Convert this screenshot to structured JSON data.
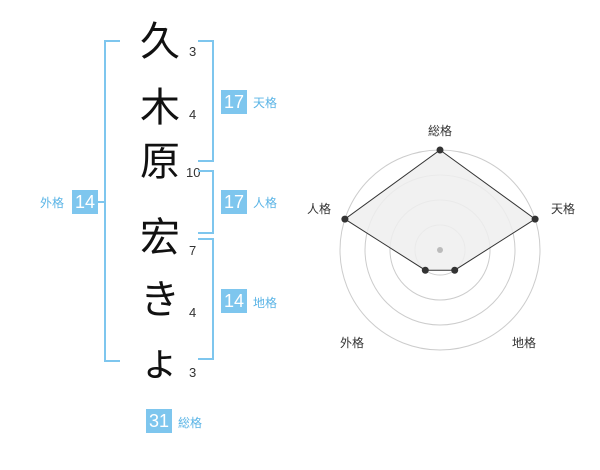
{
  "name": {
    "characters": [
      {
        "char": "久",
        "strokes": "3"
      },
      {
        "char": "木",
        "strokes": "4"
      },
      {
        "char": "原",
        "strokes": "10"
      },
      {
        "char": "宏",
        "strokes": "7"
      },
      {
        "char": "き",
        "strokes": "4"
      },
      {
        "char": "ょ",
        "strokes": "3"
      }
    ]
  },
  "kakusu": {
    "tenkaku": {
      "value": "17",
      "label": "天格"
    },
    "jinkaku": {
      "value": "17",
      "label": "人格"
    },
    "chikaku": {
      "value": "14",
      "label": "地格"
    },
    "gaikaku": {
      "value": "14",
      "label": "外格"
    },
    "soukaku": {
      "value": "31",
      "label": "総格"
    }
  },
  "radar": {
    "axes": [
      "総格",
      "天格",
      "地格",
      "外格",
      "人格"
    ],
    "rings": 4,
    "values": [
      4,
      4,
      1,
      1,
      4
    ],
    "max": 4,
    "colors": {
      "ring": "#cccccc",
      "fill": "#eeeeee",
      "line": "#333333",
      "center": "#bbbbbb"
    }
  },
  "colors": {
    "accent": "#7ec6ee"
  }
}
